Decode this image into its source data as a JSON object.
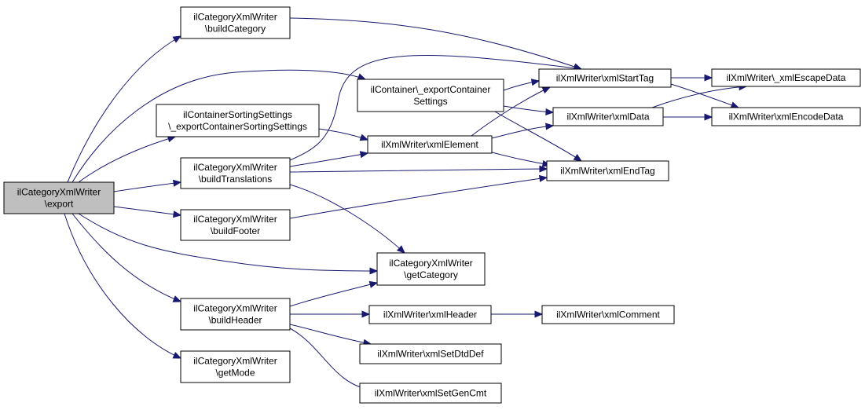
{
  "colors": {
    "edge": "#191970",
    "root_fill": "#bfbfbf",
    "node_fill": "#ffffff",
    "node_stroke": "#000000"
  },
  "nodes": [
    {
      "id": "export",
      "lines": [
        "ilCategoryXmlWriter",
        "\\export"
      ],
      "root": true
    },
    {
      "id": "buildCategory",
      "lines": [
        "ilCategoryXmlWriter",
        "\\buildCategory"
      ]
    },
    {
      "id": "exportContainerSettings",
      "lines": [
        "ilContainer\\_exportContainer",
        "Settings"
      ]
    },
    {
      "id": "exportContainerSortingSettings",
      "lines": [
        "ilContainerSortingSettings",
        "\\_exportContainerSortingSettings"
      ]
    },
    {
      "id": "buildTranslations",
      "lines": [
        "ilCategoryXmlWriter",
        "\\buildTranslations"
      ]
    },
    {
      "id": "buildFooter",
      "lines": [
        "ilCategoryXmlWriter",
        "\\buildFooter"
      ]
    },
    {
      "id": "getCategory",
      "lines": [
        "ilCategoryXmlWriter",
        "\\getCategory"
      ]
    },
    {
      "id": "buildHeader",
      "lines": [
        "ilCategoryXmlWriter",
        "\\buildHeader"
      ]
    },
    {
      "id": "getMode",
      "lines": [
        "ilCategoryXmlWriter",
        "\\getMode"
      ]
    },
    {
      "id": "xmlStartTag",
      "lines": [
        "ilXmlWriter\\xmlStartTag"
      ]
    },
    {
      "id": "xmlData",
      "lines": [
        "ilXmlWriter\\xmlData"
      ]
    },
    {
      "id": "xmlElement",
      "lines": [
        "ilXmlWriter\\xmlElement"
      ]
    },
    {
      "id": "xmlEndTag",
      "lines": [
        "ilXmlWriter\\xmlEndTag"
      ]
    },
    {
      "id": "xmlEscapeData",
      "lines": [
        "ilXmlWriter\\_xmlEscapeData"
      ]
    },
    {
      "id": "xmlEncodeData",
      "lines": [
        "ilXmlWriter\\xmlEncodeData"
      ]
    },
    {
      "id": "xmlHeader",
      "lines": [
        "ilXmlWriter\\xmlHeader"
      ]
    },
    {
      "id": "xmlComment",
      "lines": [
        "ilXmlWriter\\xmlComment"
      ]
    },
    {
      "id": "xmlSetDtdDef",
      "lines": [
        "ilXmlWriter\\xmlSetDtdDef"
      ]
    },
    {
      "id": "xmlSetGenCmt",
      "lines": [
        "ilXmlWriter\\xmlSetGenCmt"
      ]
    }
  ],
  "edges": [
    {
      "from": "export",
      "to": "buildCategory"
    },
    {
      "from": "export",
      "to": "exportContainerSettings"
    },
    {
      "from": "export",
      "to": "exportContainerSortingSettings"
    },
    {
      "from": "export",
      "to": "buildTranslations"
    },
    {
      "from": "export",
      "to": "buildFooter"
    },
    {
      "from": "export",
      "to": "getCategory"
    },
    {
      "from": "export",
      "to": "buildHeader"
    },
    {
      "from": "export",
      "to": "getMode"
    },
    {
      "from": "buildCategory",
      "to": "xmlStartTag"
    },
    {
      "from": "exportContainerSettings",
      "to": "xmlStartTag"
    },
    {
      "from": "exportContainerSettings",
      "to": "xmlData"
    },
    {
      "from": "exportContainerSettings",
      "to": "xmlEndTag"
    },
    {
      "from": "exportContainerSortingSettings",
      "to": "xmlElement"
    },
    {
      "from": "buildTranslations",
      "to": "xmlStartTag"
    },
    {
      "from": "buildTranslations",
      "to": "xmlElement"
    },
    {
      "from": "buildTranslations",
      "to": "xmlEndTag"
    },
    {
      "from": "buildTranslations",
      "to": "getCategory"
    },
    {
      "from": "buildFooter",
      "to": "xmlEndTag"
    },
    {
      "from": "buildHeader",
      "to": "getCategory"
    },
    {
      "from": "buildHeader",
      "to": "xmlHeader"
    },
    {
      "from": "buildHeader",
      "to": "xmlSetDtdDef"
    },
    {
      "from": "buildHeader",
      "to": "xmlSetGenCmt"
    },
    {
      "from": "xmlElement",
      "to": "xmlStartTag"
    },
    {
      "from": "xmlElement",
      "to": "xmlData"
    },
    {
      "from": "xmlElement",
      "to": "xmlEndTag"
    },
    {
      "from": "xmlStartTag",
      "to": "xmlEscapeData"
    },
    {
      "from": "xmlStartTag",
      "to": "xmlEncodeData"
    },
    {
      "from": "xmlData",
      "to": "xmlEscapeData"
    },
    {
      "from": "xmlData",
      "to": "xmlEncodeData"
    },
    {
      "from": "xmlHeader",
      "to": "xmlComment"
    }
  ]
}
